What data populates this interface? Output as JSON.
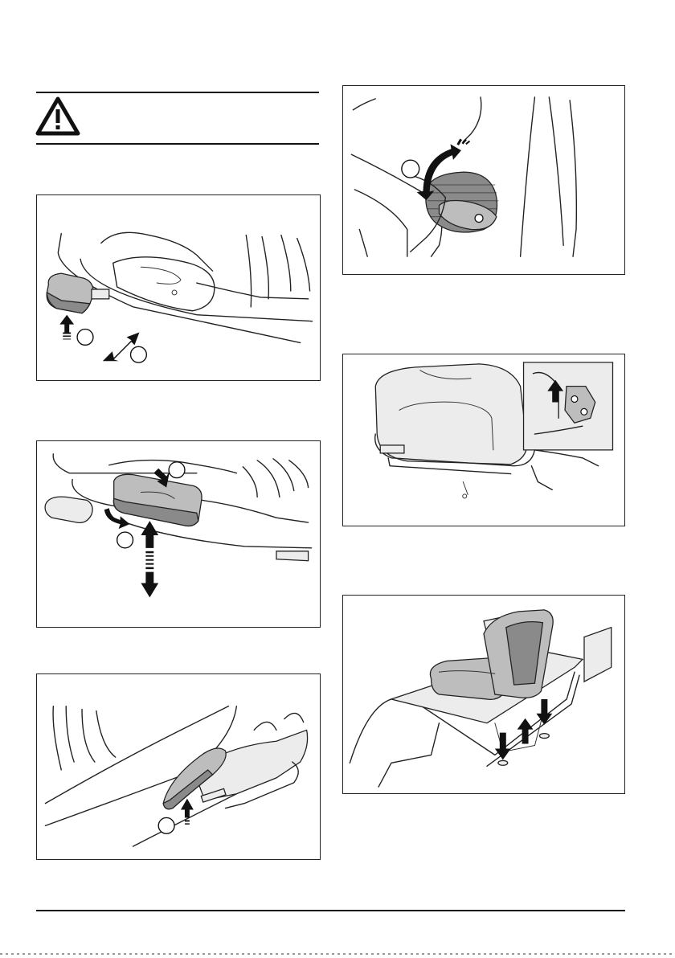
{
  "page": {
    "background": "#ffffff",
    "line_color": "#111111"
  },
  "warning_box": {
    "icon": "warning-triangle-icon"
  },
  "figures": [
    {
      "id": "fig-armrest-lever",
      "callouts": [
        "",
        ""
      ],
      "arrows": [
        "up-arrow",
        "double-diagonal-arrow"
      ]
    },
    {
      "id": "fig-armrest-height",
      "callouts": [
        "",
        ""
      ],
      "arrows": [
        "down-arrow",
        "bend-arrow",
        "double-vertical-arrow"
      ]
    },
    {
      "id": "fig-seat-lever",
      "callouts": [
        ""
      ],
      "arrows": [
        "up-arrow"
      ]
    },
    {
      "id": "fig-backrest-knob",
      "callouts": [
        ""
      ],
      "arrows": [
        "curved-arrow"
      ]
    },
    {
      "id": "fig-seat-latch",
      "callouts": [],
      "arrows": [
        "up-arrow"
      ]
    },
    {
      "id": "fig-seat-mount",
      "callouts": [],
      "arrows": [
        "down-arrow",
        "up-arrow",
        "down-arrow"
      ]
    }
  ]
}
